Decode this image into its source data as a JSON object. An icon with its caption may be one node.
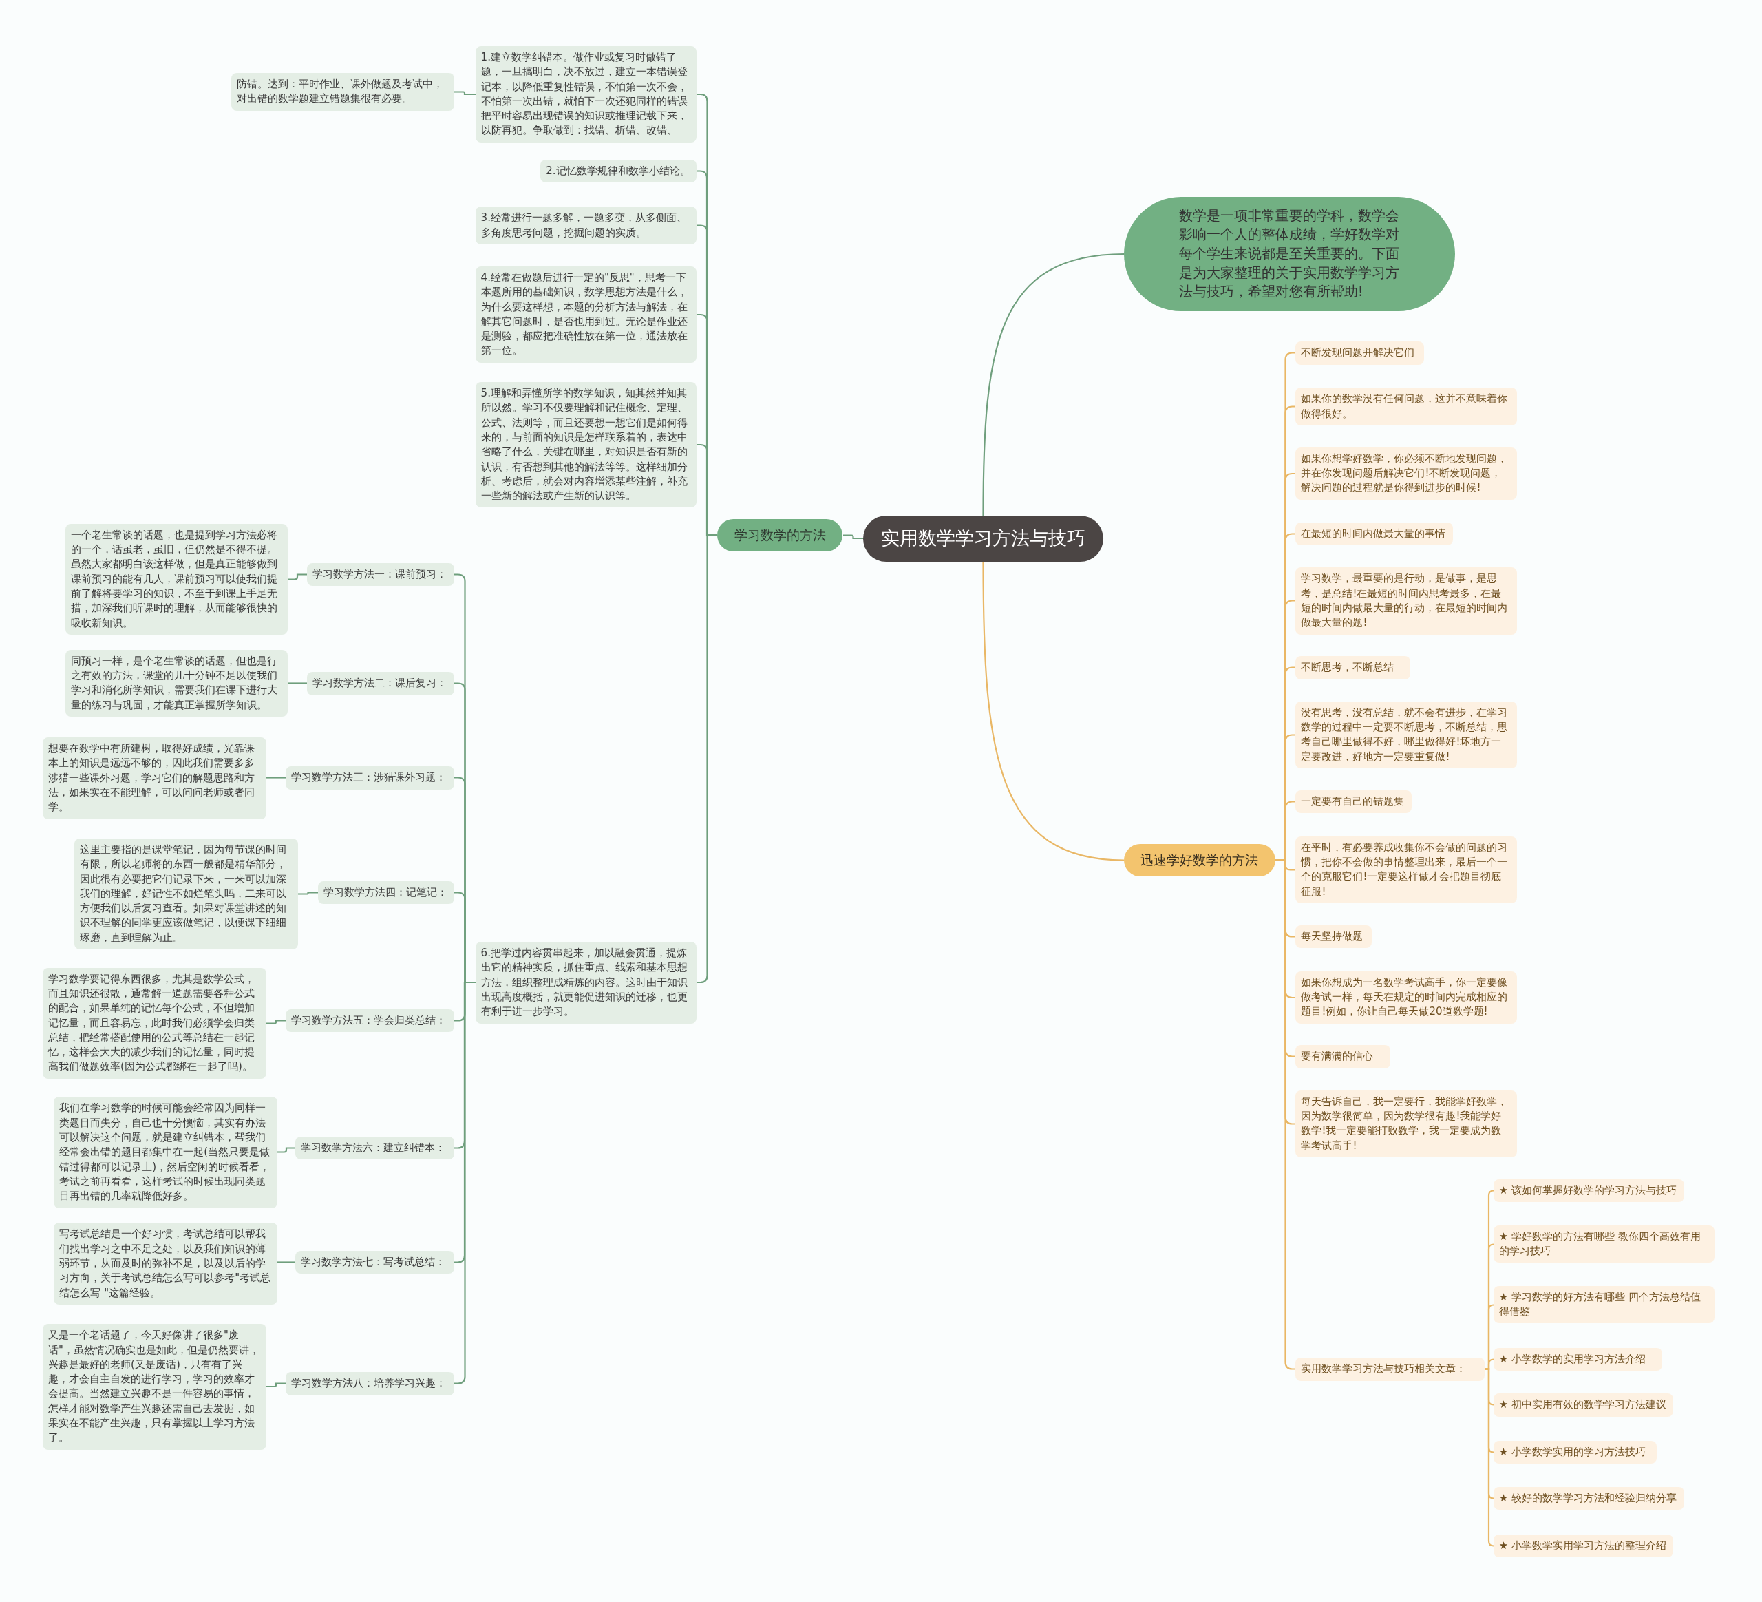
{
  "diagram": {
    "nodes": [
      {
        "text": [
          "实用数学学习方法与技巧"
        ]
      },
      {
        "text": [
          "数学是一项非常重要的学科，数学会影响一个人的整体成绩，学好数学对每个学生来说都是至关重要的。下面是为大家整理的关于实用数学学习方法与技巧，希望对您有所帮助!"
        ]
      },
      {
        "text": [
          "学习数学的方法"
        ]
      },
      {
        "text": [
          "1.建立数学纠错本。做作业或复习时做错了题，一旦搞明白，决不放过，建立一本错误登记本，以降低重复性错误，不怕第一次不会，不怕第一次出错，就怕下一次还犯同样的错误把平时容易出现错误的知识或推理记载下来，以防再犯。争取做到：找错、析错、改错、"
        ]
      },
      {
        "text": [
          "防错。达到：平时作业、课外做题及考试中，对出错的数学题建立错题集很有必要。"
        ]
      },
      {
        "text": [
          "2.记忆数学规律和数学小结论。"
        ]
      },
      {
        "text": [
          "3.经常进行一题多解，一题多变，从多侧面、多角度思考问题，挖掘问题的实质。"
        ]
      },
      {
        "text": [
          "4.经常在做题后进行一定的\"反思\"，思考一下本题所用的基础知识，数学思想方法是什么，为什么要这样想，本题的分析方法与解法，在解其它问题时，是否也用到过。无论是作业还是测验，都应把准确性放在第一位，通法放在第一位。"
        ]
      },
      {
        "text": [
          "5.理解和弄懂所学的数学知识，知其然并知其所以然。学习不仅要理解和记住概念、定理、公式、法则等，而且还要想一想它们是如何得来的，与前面的知识是怎样联系着的，表达中省略了什么，关键在哪里，对知识是否有新的认识，有否想到其他的解法等等。这样细加分析、考虑后，就会对内容增添某些注解，补充一些新的解法或产生新的认识等。"
        ]
      },
      {
        "text": [
          "6.把学过内容贯串起来，加以融会贯通，提炼出它的精神实质，抓住重点、线索和基本思想方法，组织整理成精炼的内容。这时由于知识出现高度概括，就更能促进知识的迁移，也更有利于进一步学习。"
        ]
      },
      {
        "text": [
          "学习数学方法一：课前预习："
        ]
      },
      {
        "text": [
          "一个老生常谈的话题，也是提到学习方法必将的一个，话虽老，虽旧，但仍然是不得不提。虽然大家都明白该这样做，但是真正能够做到课前预习的能有几人，课前预习可以使我们提前了解将要学习的知识，不至于到课上手足无措，加深我们听课时的理解，从而能够很快的吸收新知识。"
        ]
      },
      {
        "text": [
          "学习数学方法二：课后复习："
        ]
      },
      {
        "text": [
          "同预习一样，是个老生常谈的话题，但也是行之有效的方法，课堂的几十分钟不足以使我们学习和消化所学知识，需要我们在课下进行大量的练习与巩固，才能真正掌握所学知识。"
        ]
      },
      {
        "text": [
          "学习数学方法三：涉猎课外习题："
        ]
      },
      {
        "text": [
          "想要在数学中有所建树，取得好成绩，光靠课本上的知识是远远不够的，因此我们需要多多涉猎一些课外习题，学习它们的解题思路和方法，如果实在不能理解，可以问问老师或者同学。"
        ]
      },
      {
        "text": [
          "学习数学方法四：记笔记："
        ]
      },
      {
        "text": [
          "这里主要指的是课堂笔记，因为每节课的时间有限，所以老师将的东西一般都是精华部分，因此很有必要把它们记录下来，一来可以加深我们的理解，好记性不如烂笔头吗，二来可以方便我们以后复习查看。如果对课堂讲述的知识不理解的同学更应该做笔记，以便课下细细琢磨，直到理解为止。"
        ]
      },
      {
        "text": [
          "学习数学方法五：学会归类总结："
        ]
      },
      {
        "text": [
          "学习数学要记得东西很多，尤其是数学公式，而且知识还很散，通常解一道题需要各种公式的配合，如果单纯的记忆每个公式，不但增加记忆量，而且容易忘，此时我们必须学会归类总结，把经常搭配使用的公式等总结在一起记忆，这样会大大的减少我们的记忆量，同时提高我们做题效率(因为公式都绑在一起了吗)。"
        ]
      },
      {
        "text": [
          "学习数学方法六：建立纠错本："
        ]
      },
      {
        "text": [
          "我们在学习数学的时候可能会经常因为同样一类题目而失分，自己也十分懊恼，其实有办法可以解决这个问题，就是建立纠错本，帮我们经常会出错的题目都集中在一起(当然只要是做错过得都可以记录上)，然后空闲的时候看看，考试之前再看看，这样考试的时候出现同类题目再出错的几率就降低好多。"
        ]
      },
      {
        "text": [
          "学习数学方法七：写考试总结："
        ]
      },
      {
        "text": [
          "写考试总结是一个好习惯，考试总结可以帮我们找出学习之中不足之处，以及我们知识的薄弱环节，从而及时的弥补不足，以及以后的学习方向，关于考试总结怎么写可以参考\"考试总结怎么写 \"这篇经验。"
        ]
      },
      {
        "text": [
          "学习数学方法八：培养学习兴趣："
        ]
      },
      {
        "text": [
          "又是一个老话题了，今天好像讲了很多\"废话\"，虽然情况确实也是如此，但是仍然要讲，兴趣是最好的老师(又是废话)，只有有了兴趣，才会自主自发的进行学习，学习的效率才会提高。当然建立兴趣不是一件容易的事情，怎样才能对数学产生兴趣还需自己去发掘，如果实在不能产生兴趣，只有掌握以上学习方法了。"
        ]
      },
      {
        "text": [
          "迅速学好数学的方法"
        ]
      },
      {
        "text": [
          "不断发现问题并解决它们"
        ]
      },
      {
        "text": [
          "如果你的数学没有任何问题，这并不意味着你做得很好。"
        ]
      },
      {
        "text": [
          "如果你想学好数学，你必须不断地发现问题，并在你发现问题后解决它们!不断发现问题，解决问题的过程就是你得到进步的时候!"
        ]
      },
      {
        "text": [
          "在最短的时间内做最大量的事情"
        ]
      },
      {
        "text": [
          "学习数学，最重要的是行动，是做事，是思考，是总结!在最短的时间内思考最多，在最短的时间内做最大量的行动，在最短的时间内做最大量的题!"
        ]
      },
      {
        "text": [
          "不断思考，不断总结"
        ]
      },
      {
        "text": [
          "没有思考，没有总结，就不会有进步，在学习数学的过程中一定要不断思考，不断总结，思考自己哪里做得不好，哪里做得好!坏地方一定要改进，好地方一定要重复做!"
        ]
      },
      {
        "text": [
          "一定要有自己的错题集"
        ]
      },
      {
        "text": [
          "在平时，有必要养成收集你不会做的问题的习惯，把你不会做的事情整理出来，最后一个一个的克服它们!一定要这样做才会把题目彻底征服!"
        ]
      },
      {
        "text": [
          "每天坚持做题"
        ]
      },
      {
        "text": [
          "如果你想成为一名数学考试高手，你一定要像做考试一样，每天在规定的时间内完成相应的题目!例如，你让自己每天做20道数学题!"
        ]
      },
      {
        "text": [
          "要有满满的信心"
        ]
      },
      {
        "text": [
          "每天告诉自己，我一定要行，我能学好数学，因为数学很简单，因为数学很有趣!我能学好数学!我一定要能打败数学，我一定要成为数学考试高手!"
        ]
      },
      {
        "text": [
          "实用数学学习方法与技巧相关文章："
        ]
      },
      {
        "text": [
          "★ 该如何掌握好数学的学习方法与技巧"
        ]
      },
      {
        "text": [
          "★ 学好数学的方法有哪些 教你四个高效有用的学习技巧"
        ]
      },
      {
        "text": [
          "★ 学习数学的好方法有哪些 四个方法总结值得借鉴"
        ]
      },
      {
        "text": [
          "★ 小学数学的实用学习方法介绍"
        ]
      },
      {
        "text": [
          "★ 初中实用有效的数学学习方法建议"
        ]
      },
      {
        "text": [
          "★ 小学数学实用的学习方法技巧"
        ]
      },
      {
        "text": [
          "★ 较好的数学学习方法和经验归纳分享"
        ]
      },
      {
        "text": [
          "★ 小学数学实用学习方法的整理介绍"
        ]
      }
    ],
    "edges": [
      {
        "from": 0,
        "to": 1,
        "arrow": "none"
      },
      {
        "from": 0,
        "to": 2,
        "arrow": "none"
      },
      {
        "from": 0,
        "to": 26,
        "arrow": "none",
        "color": "#e9b765"
      },
      {
        "from": 2,
        "to": 3,
        "arrow": "none"
      },
      {
        "from": 3,
        "to": 4,
        "arrow": "none"
      },
      {
        "from": 2,
        "to": 5,
        "arrow": "none"
      },
      {
        "from": 2,
        "to": 6,
        "arrow": "none"
      },
      {
        "from": 2,
        "to": 7,
        "arrow": "none"
      },
      {
        "from": 2,
        "to": 8,
        "arrow": "none"
      },
      {
        "from": 2,
        "to": 9,
        "arrow": "none"
      },
      {
        "from": 9,
        "to": 10,
        "arrow": "none"
      },
      {
        "from": 10,
        "to": 11,
        "arrow": "none"
      },
      {
        "from": 9,
        "to": 12,
        "arrow": "none"
      },
      {
        "from": 12,
        "to": 13,
        "arrow": "none"
      },
      {
        "from": 9,
        "to": 14,
        "arrow": "none"
      },
      {
        "from": 14,
        "to": 15,
        "arrow": "none"
      },
      {
        "from": 9,
        "to": 16,
        "arrow": "none"
      },
      {
        "from": 16,
        "to": 17,
        "arrow": "none"
      },
      {
        "from": 9,
        "to": 18,
        "arrow": "none"
      },
      {
        "from": 18,
        "to": 19,
        "arrow": "none"
      },
      {
        "from": 9,
        "to": 20,
        "arrow": "none"
      },
      {
        "from": 20,
        "to": 21,
        "arrow": "none"
      },
      {
        "from": 9,
        "to": 22,
        "arrow": "none"
      },
      {
        "from": 22,
        "to": 23,
        "arrow": "none"
      },
      {
        "from": 9,
        "to": 24,
        "arrow": "none"
      },
      {
        "from": 24,
        "to": 25,
        "arrow": "none"
      },
      {
        "from": 26,
        "to": 27,
        "arrow": "none",
        "color": "#e9b765"
      },
      {
        "from": 26,
        "to": 28,
        "arrow": "none",
        "color": "#e9b765"
      },
      {
        "from": 26,
        "to": 29,
        "arrow": "none",
        "color": "#e9b765"
      },
      {
        "from": 26,
        "to": 30,
        "arrow": "none",
        "color": "#e9b765"
      },
      {
        "from": 26,
        "to": 31,
        "arrow": "none",
        "color": "#e9b765"
      },
      {
        "from": 26,
        "to": 32,
        "arrow": "none",
        "color": "#e9b765"
      },
      {
        "from": 26,
        "to": 33,
        "arrow": "none",
        "color": "#e9b765"
      },
      {
        "from": 26,
        "to": 34,
        "arrow": "none",
        "color": "#e9b765"
      },
      {
        "from": 26,
        "to": 35,
        "arrow": "none",
        "color": "#e9b765"
      },
      {
        "from": 26,
        "to": 36,
        "arrow": "none",
        "color": "#e9b765"
      },
      {
        "from": 26,
        "to": 37,
        "arrow": "none",
        "color": "#e9b765"
      },
      {
        "from": 26,
        "to": 38,
        "arrow": "none",
        "color": "#e9b765"
      },
      {
        "from": 26,
        "to": 39,
        "arrow": "none",
        "color": "#e9b765"
      },
      {
        "from": 26,
        "to": 40,
        "arrow": "none",
        "color": "#e9b765"
      },
      {
        "from": 40,
        "to": 41,
        "arrow": "none",
        "color": "#e9b765"
      },
      {
        "from": 40,
        "to": 42,
        "arrow": "none",
        "color": "#e9b765"
      },
      {
        "from": 40,
        "to": 43,
        "arrow": "none",
        "color": "#e9b765"
      },
      {
        "from": 40,
        "to": 44,
        "arrow": "none",
        "color": "#e9b765"
      },
      {
        "from": 40,
        "to": 45,
        "arrow": "none",
        "color": "#e9b765"
      },
      {
        "from": 40,
        "to": 46,
        "arrow": "none",
        "color": "#e9b765"
      },
      {
        "from": 40,
        "to": 47,
        "arrow": "none",
        "color": "#e9b765"
      },
      {
        "from": 40,
        "to": 48,
        "arrow": "none",
        "color": "#e9b765"
      }
    ]
  }
}
